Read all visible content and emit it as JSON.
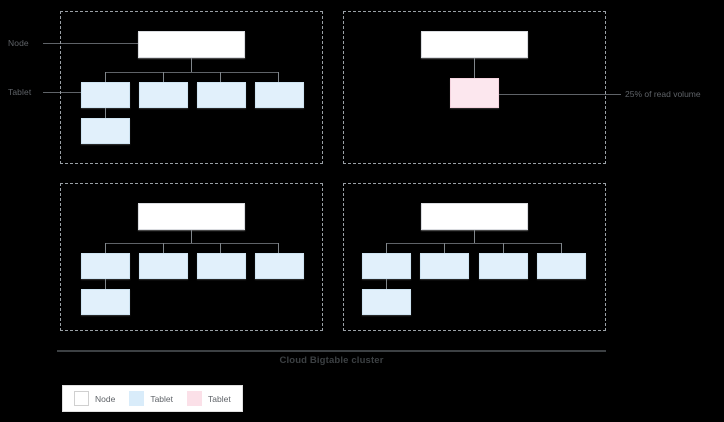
{
  "diagram": {
    "title_caption": "Cloud Bigtable cluster",
    "side_labels": {
      "node": "Node",
      "tablet": "Tablet"
    },
    "callout": {
      "text": "25% of read volume"
    },
    "colors": {
      "node_fill": "#ffffff",
      "node_border": "#dadce0",
      "tablet_fill": "#e1f0fb",
      "tablet_border": "#cfe4f2",
      "hot_tablet_fill": "#fce7ee",
      "hot_tablet_border": "#f4d3de",
      "connector": "#5f6368",
      "dashed_border": "#9aa0a6",
      "caption_text": "#3c4043",
      "background": "#000000"
    },
    "quadrants": [
      {
        "id": "top-left",
        "node_count": 1,
        "tablet_count": 5,
        "row1_tablets": 4,
        "row2_tablets": 1,
        "has_hot_tablet": false
      },
      {
        "id": "top-right",
        "node_count": 1,
        "tablet_count": 1,
        "row1_tablets": 1,
        "row2_tablets": 0,
        "has_hot_tablet": true
      },
      {
        "id": "bottom-left",
        "node_count": 1,
        "tablet_count": 5,
        "row1_tablets": 4,
        "row2_tablets": 1,
        "has_hot_tablet": false
      },
      {
        "id": "bottom-right",
        "node_count": 1,
        "tablet_count": 5,
        "row1_tablets": 4,
        "row2_tablets": 1,
        "has_hot_tablet": false
      }
    ]
  },
  "legend": {
    "items": [
      {
        "label": "Node",
        "swatch": "node-swatch"
      },
      {
        "label": "Tablet",
        "swatch": "tablet-swatch"
      },
      {
        "label": "Tablet",
        "swatch": "hot-tablet-swatch"
      }
    ]
  }
}
